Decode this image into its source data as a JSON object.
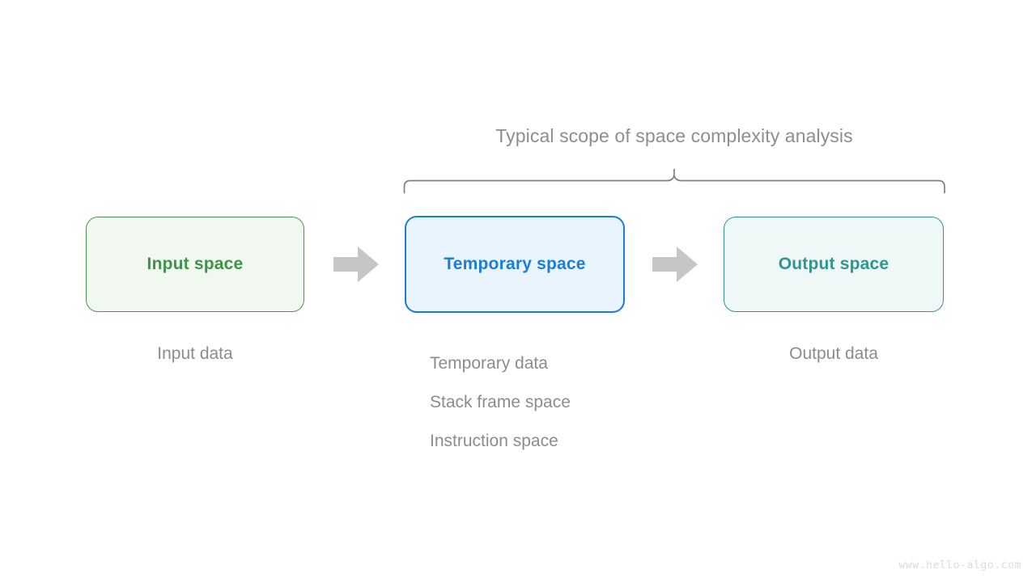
{
  "diagram": {
    "scope_caption": "Typical scope of space complexity analysis",
    "watermark": "www.hello-algo.com",
    "colors": {
      "background": "#ffffff",
      "input_accent": "#3e9249",
      "input_border": "#4e9151",
      "input_fill": "#f1f8f0",
      "temp_accent": "#1a7ed8",
      "temp_border": "#1a7ed8",
      "temp_fill": "#eaf4fe",
      "output_accent": "#2e9691",
      "output_border": "#2e9691",
      "output_fill": "#eff8f7",
      "arrow": "#c6c6c6",
      "muted_text": "#8c8c8c",
      "brace": "#808080",
      "watermark_text": "#dcdcdc"
    },
    "stages": [
      {
        "id": "input",
        "box_label": "Input space",
        "captions": [
          "Input data"
        ]
      },
      {
        "id": "temporary",
        "box_label": "Temporary space",
        "captions": [
          "Temporary data",
          "Stack frame space",
          "Instruction space"
        ]
      },
      {
        "id": "output",
        "box_label": "Output space",
        "captions": [
          "Output data"
        ]
      }
    ],
    "connectors": [
      {
        "id": "arrow-input-to-temporary",
        "icon": "right-arrow-icon"
      },
      {
        "id": "arrow-temporary-to-output",
        "icon": "right-arrow-icon"
      }
    ]
  }
}
